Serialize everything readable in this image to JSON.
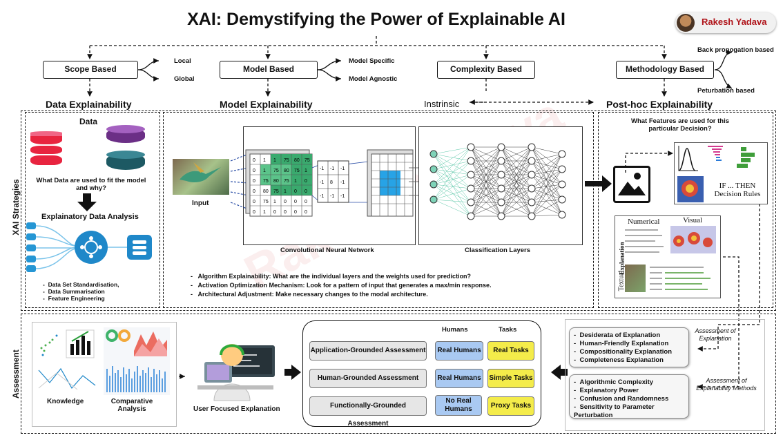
{
  "title": "XAI: Demystifying the Power of Explainable AI",
  "author": "Rakesh Yadava",
  "watermark": "Rakesh Yadava",
  "top": {
    "scope": "Scope Based",
    "local": "Local",
    "global": "Global",
    "model": "Model Based",
    "model_specific": "Model Specific",
    "model_agnostic": "Model Agnostic",
    "complexity": "Complexity Based",
    "methodology": "Methodology Based",
    "backprop": "Back propogation based",
    "perturbation": "Peturbation based"
  },
  "sections": {
    "data": "Data Explainability",
    "model": "Model Explainability",
    "intrinsic": "Instrinsic",
    "posthoc": "Post-hoc  Explainability"
  },
  "side": {
    "strategies": "XAI Strategies",
    "assessment": "Assessment"
  },
  "data_panel": {
    "title": "Data",
    "question": "What Data are used to fit the model and why?",
    "eda": "Explainatory Data Analysis",
    "bullets": [
      "Data Set Standardisation,",
      "Data Summarisation",
      "Feature Engineering"
    ]
  },
  "model_panel": {
    "input": "Input",
    "cnn": "Convolutional Neural Network",
    "cls": "Classification Layers",
    "matrix1": [
      [
        "0",
        "1",
        "1",
        "75",
        "80",
        "75"
      ],
      [
        "0",
        "1",
        "75",
        "80",
        "75",
        "1"
      ],
      [
        "0",
        "75",
        "80",
        "75",
        "1",
        "0"
      ],
      [
        "0",
        "80",
        "75",
        "1",
        "0",
        "0"
      ],
      [
        "0",
        "75",
        "1",
        "0",
        "0",
        "0"
      ],
      [
        "0",
        "1",
        "0",
        "0",
        "0",
        "0"
      ]
    ],
    "kernel": [
      [
        "-1",
        "-1",
        "-1"
      ],
      [
        "-1",
        "8",
        "-1"
      ],
      [
        "-1",
        "-1",
        "-1"
      ]
    ],
    "bullets": [
      "Algorithm Explainability: What are the individual layers and the weights used for prediction?",
      "Activation Optimization Mechanism: Look for a pattern of input that generates a max/min response.",
      "Architectural Adjustment:  Make necessary changes to the modal architecture."
    ]
  },
  "posthoc_panel": {
    "question": "What Features are used for this particular Decision?",
    "rules": "IF ... THEN\nDecision Rules",
    "numerical": "Numerical",
    "visual": "Visual",
    "textual": "Textual",
    "explanation": "Explanation"
  },
  "assess": {
    "knowledge": "Knowledge",
    "comparative": "Comparative Analysis",
    "user": "User Focused Explanation",
    "humans": "Humans",
    "tasks": "Tasks",
    "rows": [
      {
        "label": "Application-Grounded Assessment",
        "humans": "Real Humans",
        "tasks": "Real Tasks"
      },
      {
        "label": "Human-Grounded Assessment",
        "humans": "Real Humans",
        "tasks": "Simple Tasks"
      },
      {
        "label": "Functionally-Grounded Assessment",
        "humans": "No Real Humans",
        "tasks": "Proxy Tasks"
      }
    ],
    "box1": [
      "Desiderata of Explanation",
      "Human-Friendly Explanation",
      "Compositionality Explanation",
      "Completeness Explanation"
    ],
    "box2": [
      "Algorithmic Complexity",
      "Explanatory Power",
      "Confusion and Randomness",
      "Sensitivity to Parameter Perturbation"
    ],
    "note1": "Assessment of Explanation",
    "note2": "Assessment of Explanability Methods"
  },
  "colors": {
    "green": "#2fae6a",
    "teal": "#2b8ba0",
    "blue": "#1f88c9",
    "red": "#d9203a",
    "purple": "#7a3f93"
  }
}
